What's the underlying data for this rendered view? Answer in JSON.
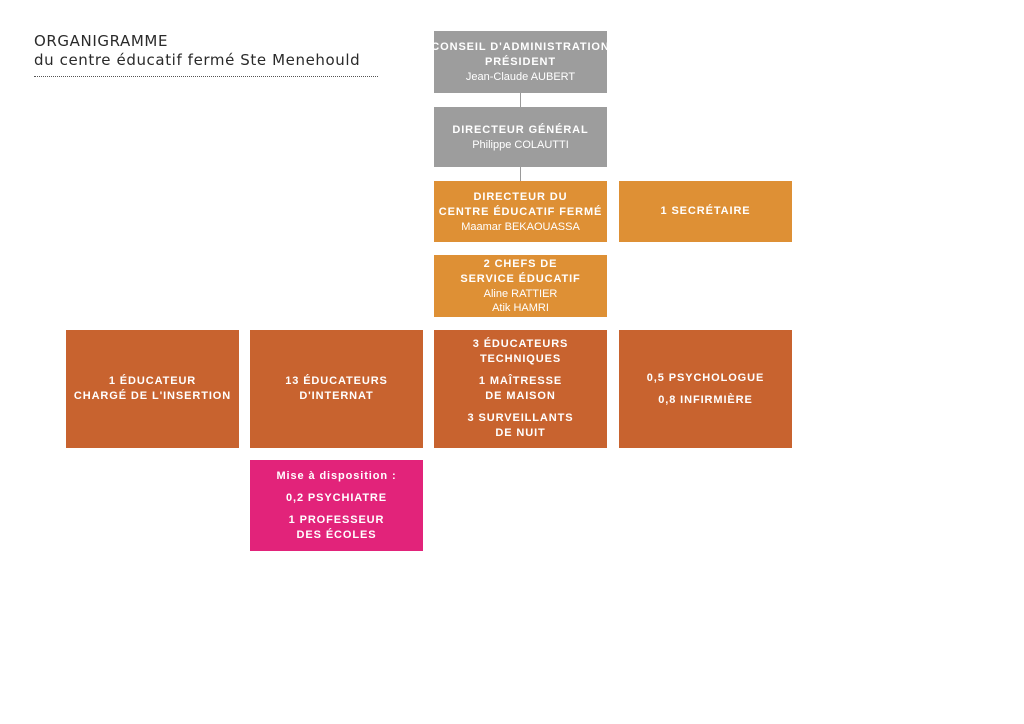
{
  "header": {
    "line1": "ORGANIGRAMME",
    "line2": "du centre éducatif fermé Ste Menehould"
  },
  "nodes": {
    "conseil": {
      "line1": "CONSEIL D'ADMINISTRATION",
      "line2": "PRÉSIDENT",
      "name": "Jean-Claude AUBERT"
    },
    "directeur_general": {
      "title": "DIRECTEUR GÉNÉRAL",
      "name": "Philippe COLAUTTI"
    },
    "directeur_cef": {
      "line1": "DIRECTEUR DU",
      "line2": "CENTRE ÉDUCATIF FERMÉ",
      "name": "Maamar BEKAOUASSA"
    },
    "secretaire": {
      "title": "1 SECRÉTAIRE"
    },
    "chefs_service": {
      "line1": "2 CHEFS DE",
      "line2": "SERVICE ÉDUCATIF",
      "name1": "Aline RATTIER",
      "name2": "Atik HAMRI"
    },
    "educateur_insertion": {
      "line1": "1 ÉDUCATEUR",
      "line2": "CHARGÉ DE L'INSERTION"
    },
    "educateurs_internat": {
      "line1": "13 ÉDUCATEURS",
      "line2": "D'INTERNAT"
    },
    "equipe_technique": {
      "a1": "3 ÉDUCATEURS",
      "a2": "TECHNIQUES",
      "b1": "1 MAÎTRESSE",
      "b2": "DE MAISON",
      "c1": "3 SURVEILLANTS",
      "c2": "DE NUIT"
    },
    "sante": {
      "psychologue": "0,5 PSYCHOLOGUE",
      "infirmiere": "0,8 INFIRMIÈRE"
    },
    "mise_disposition": {
      "heading": "Mise à disposition :",
      "psychiatre": "0,2 PSYCHIATRE",
      "prof1": "1 PROFESSEUR",
      "prof2": "DES ÉCOLES"
    }
  },
  "colors": {
    "gray": "#9d9d9d",
    "light_orange": "#de9035",
    "dark_orange": "#c8632f",
    "pink": "#e2237a"
  }
}
